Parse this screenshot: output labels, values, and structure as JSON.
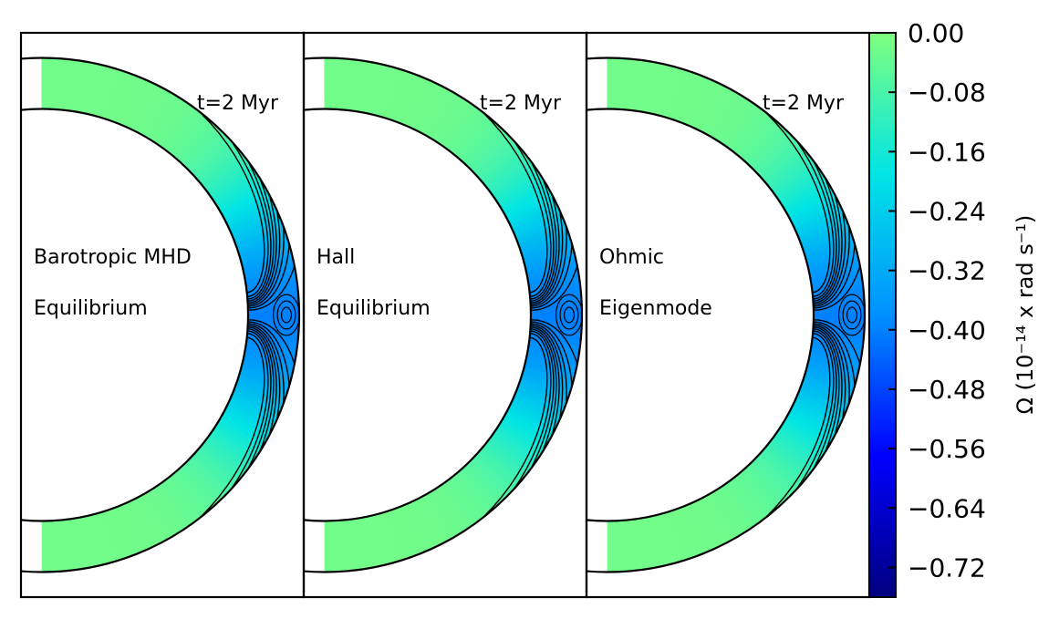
{
  "chart_data": {
    "type": "heatmap",
    "quantity": "Ω",
    "panels": [
      {
        "label_line1": "Barotropic MHD",
        "label_line2": "Equilibrium",
        "time": "t=2 Myr"
      },
      {
        "label_line1": "Hall",
        "label_line2": "Equilibrium",
        "time": "t=2 Myr"
      },
      {
        "label_line1": "Ohmic",
        "label_line2": "Eigenmode",
        "time": "t=2 Myr"
      }
    ],
    "colorbar": {
      "ticks": [
        "0.00",
        "−0.08",
        "−0.16",
        "−0.24",
        "−0.32",
        "−0.40",
        "−0.48",
        "−0.56",
        "−0.64",
        "−0.72"
      ],
      "tick_values": [
        0.0,
        -0.08,
        -0.16,
        -0.24,
        -0.32,
        -0.4,
        -0.48,
        -0.56,
        -0.64,
        -0.72
      ],
      "range": [
        -0.76,
        0.0
      ],
      "label": "Ω (10⁻¹⁴ x rad s⁻¹)",
      "colors": {
        "max": "#7fff7f",
        "mid": "#00bfff",
        "low": "#0000ff",
        "min": "#00007f"
      }
    },
    "field": {
      "min_value": -0.4,
      "edge_value": -0.02,
      "contour_levels": [
        -0.04,
        -0.08,
        -0.12,
        -0.16,
        -0.2,
        -0.24,
        -0.28,
        -0.32,
        -0.36
      ]
    }
  }
}
